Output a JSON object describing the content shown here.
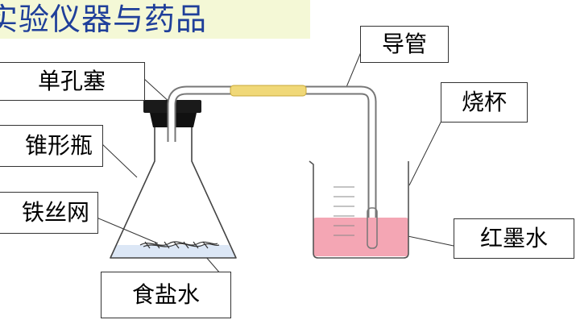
{
  "title": "实验仪器与药品",
  "labels": {
    "stopper": "单孔塞",
    "flask": "锥形瓶",
    "mesh": "铁丝网",
    "salt_water": "食盐水",
    "tube": "导管",
    "beaker": "烧杯",
    "red_ink": "红墨水"
  },
  "colors": {
    "title_text": "#1f3f9a",
    "title_bg": "#f4f8d6",
    "red_ink": "#f4a6b4",
    "salt_water": "#dce7f6",
    "rubber_tube": "#f0d878",
    "stopper": "#1a1a1a"
  }
}
